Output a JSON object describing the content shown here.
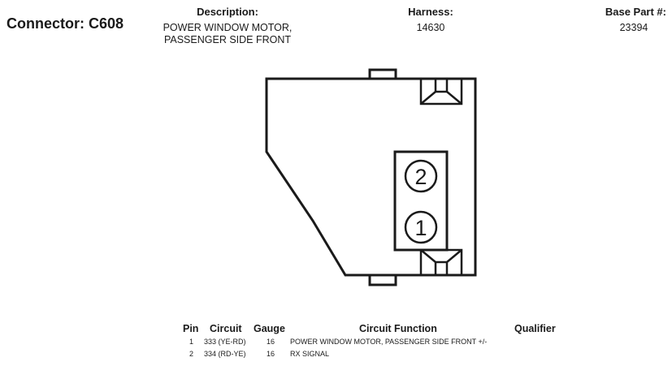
{
  "header": {
    "connector_title": "Connector: C608",
    "description_label": "Description:",
    "description_line1": "POWER WINDOW MOTOR,",
    "description_line2": "PASSENGER SIDE FRONT",
    "harness_label": "Harness:",
    "harness_value": "14630",
    "base_part_label": "Base Part #:",
    "base_part_value": "23394"
  },
  "connector": {
    "pins": [
      "2",
      "1"
    ]
  },
  "table": {
    "headers": {
      "pin": "Pin",
      "circuit": "Circuit",
      "gauge": "Gauge",
      "function": "Circuit Function",
      "qualifier": "Qualifier"
    },
    "rows": [
      {
        "pin": "1",
        "circuit": "333 (YE-RD)",
        "gauge": "16",
        "function": "POWER WINDOW MOTOR, PASSENGER SIDE FRONT +/-",
        "qualifier": ""
      },
      {
        "pin": "2",
        "circuit": "334 (RD-YE)",
        "gauge": "16",
        "function": "RX SIGNAL",
        "qualifier": ""
      }
    ]
  }
}
